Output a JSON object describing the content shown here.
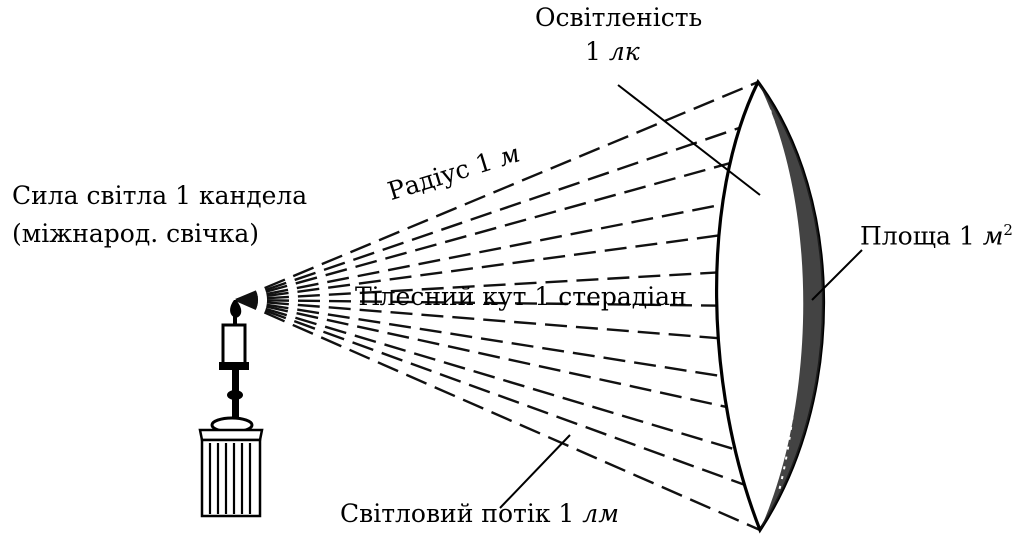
{
  "labels": {
    "illuminance_title": "Освітленість",
    "illuminance_value": "1",
    "illuminance_unit": "лк",
    "radius_text": "Радіус 1",
    "radius_unit": "м",
    "intensity_line1": "Сила світла 1 кандела",
    "intensity_line2": "(міжнарод. свічка)",
    "solid_angle": "Тілесний кут 1 стерадіан",
    "area_text": "Площа 1",
    "area_unit": "м",
    "area_power": "2",
    "flux_text": "Світловий потік 1",
    "flux_unit": "лм"
  }
}
